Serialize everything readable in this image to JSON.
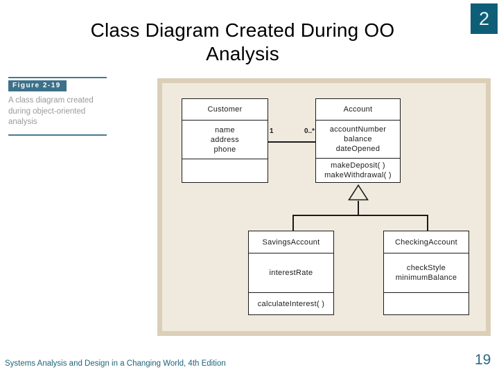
{
  "header": {
    "title_line1": "Class Diagram Created During OO",
    "title_line2": "Analysis",
    "slide_number": "2"
  },
  "figure_legend": {
    "label": "Figure 2-19",
    "caption_line1": "A class diagram created",
    "caption_line2": "during object-oriented",
    "caption_line3": "analysis"
  },
  "diagram": {
    "classes": [
      {
        "name": "Customer",
        "attributes": [
          "name",
          "address",
          "phone"
        ],
        "methods": []
      },
      {
        "name": "Account",
        "attributes": [
          "accountNumber",
          "balance",
          "dateOpened"
        ],
        "methods": [
          "makeDeposit( )",
          "makeWithdrawal( )"
        ]
      },
      {
        "name": "SavingsAccount",
        "attributes": [
          "interestRate"
        ],
        "methods": [
          "calculateInterest( )"
        ]
      },
      {
        "name": "CheckingAccount",
        "attributes": [
          "checkStyle",
          "minimumBalance"
        ],
        "methods": []
      }
    ],
    "association": {
      "from": "Customer",
      "to": "Account",
      "multiplicity_customer": "1",
      "multiplicity_account": "0..*"
    },
    "generalization": {
      "parent": "Account",
      "children": [
        "SavingsAccount",
        "CheckingAccount"
      ]
    }
  },
  "footer": {
    "book_title": "Systems Analysis and Design in a Changing World, 4th Edition",
    "page_number": "19"
  },
  "colors": {
    "accent_teal": "#0e5e78",
    "figure_label_teal": "#3d7189",
    "footer_teal": "#1e6379",
    "caption_gray": "#9a9a9a",
    "panel_frame": "#dbcfb8",
    "panel_bg": "#f0eade"
  }
}
